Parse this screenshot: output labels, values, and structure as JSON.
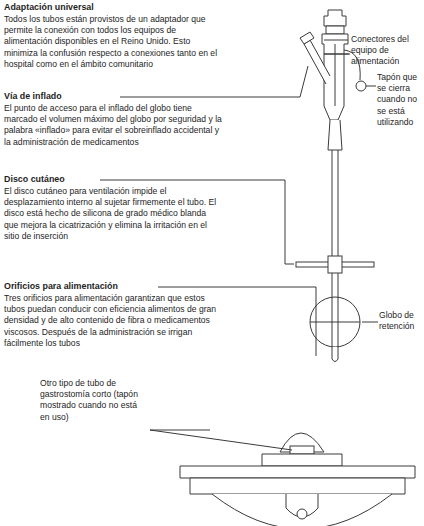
{
  "diagram": {
    "labels": [
      "Adaptación universal",
      "Todos los tubos están provistos de un adaptador que permite la conexión con todos los equipos de alimentación disponibles en el Reino Unido. Esto minimiza la confusión respecto a conexiones tanto en el hospital como en el ámbito comunitario",
      "Vía de inflado",
      "El punto de acceso para el inflado del globo tiene marcado el volumen máximo del globo por seguridad y la palabra «inflado» para evitar el sobreinflado accidental y la administración de medicamentos",
      "Disco cutáneo",
      "El disco cutáneo para ventilación impide el desplazamiento interno al sujetar firmemente el tubo. El disco está hecho de silicona de grado médico blanda que mejora la cicatrización y elimina la irritación en el sitio de inserción",
      "Orificios para alimentación",
      "Tres orificios para alimentación garantizan que estos tubos puedan conducir con eficiencia alimentos de gran densidad y de alto contenido de fibra o medicamentos viscosos. Después de la administración se irrigan fácilmente los tubos",
      "Conectores del equipo de alimentación",
      "Tapón que se cierra cuando no se está utilizando",
      "Globo de retención",
      "Otro tipo de tubo de gastrostomía corto (tapón mostrado cuando no está en uso)"
    ]
  }
}
